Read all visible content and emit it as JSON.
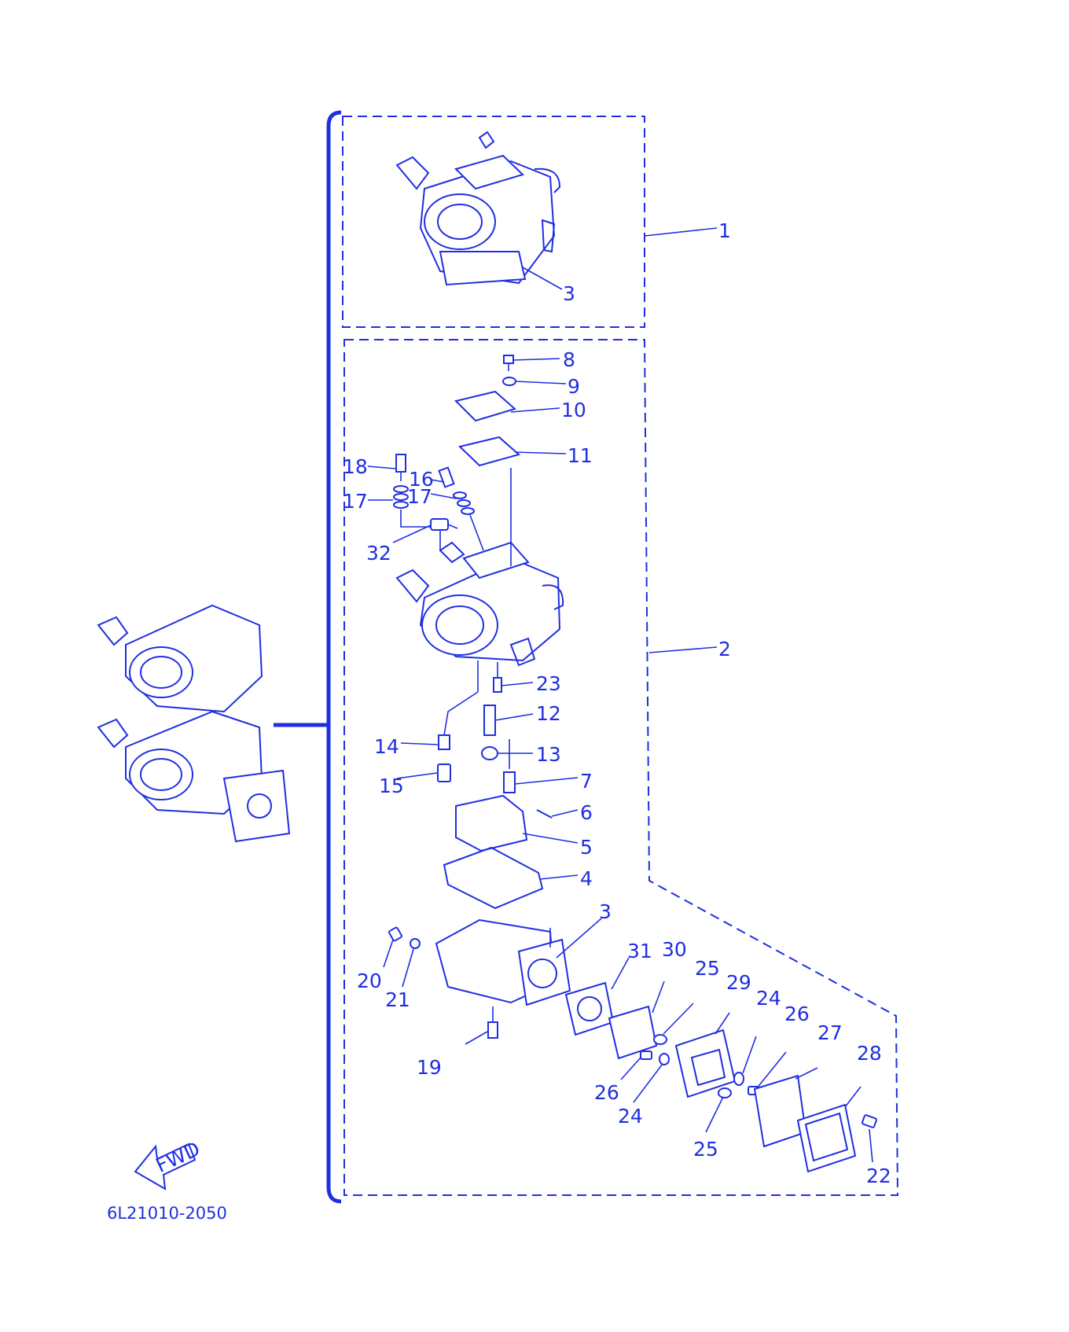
{
  "diagram": {
    "part_labels": {
      "p1": "1",
      "p2": "2",
      "p3a": "3",
      "p3b": "3",
      "p4": "4",
      "p5": "5",
      "p6": "6",
      "p7": "7",
      "p8": "8",
      "p9": "9",
      "p10": "10",
      "p11": "11",
      "p12": "12",
      "p13": "13",
      "p14": "14",
      "p15": "15",
      "p16": "16",
      "p17a": "17",
      "p17b": "17",
      "p18": "18",
      "p19": "19",
      "p20": "20",
      "p21": "21",
      "p22": "22",
      "p23": "23",
      "p24a": "24",
      "p24b": "24",
      "p25a": "25",
      "p25b": "25",
      "p26a": "26",
      "p26b": "26",
      "p27": "27",
      "p28": "28",
      "p29": "29",
      "p30": "30",
      "p31": "31",
      "p32": "32"
    },
    "fwd_label": "FWD",
    "drawing_code": "6L21010-2050",
    "color": "#1f2fe0"
  }
}
